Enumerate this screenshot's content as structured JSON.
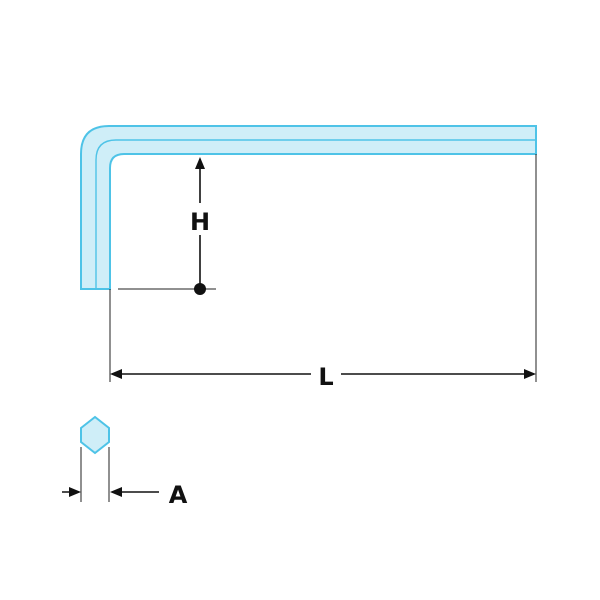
{
  "diagram": {
    "labels": {
      "height": "H",
      "length": "L",
      "across_flats": "A"
    },
    "colors": {
      "key_fill": "#cfeef8",
      "key_stroke": "#4ec3e7",
      "dimension_line": "#111111",
      "extension_line": "#222222"
    },
    "icons": {
      "key": "l-shaped-hex-key",
      "section": "hexagon-cross-section"
    }
  }
}
